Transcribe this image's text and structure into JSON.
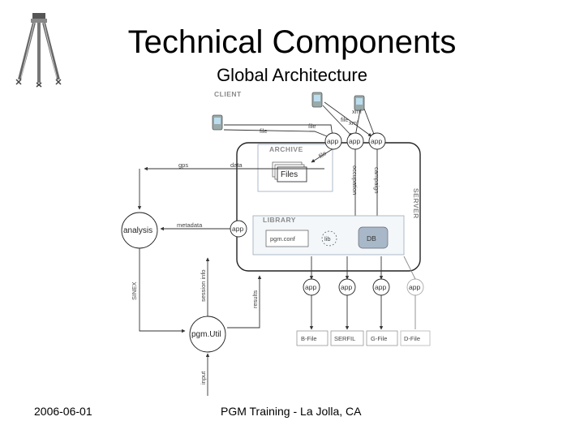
{
  "title": "Technical Components",
  "subtitle": "Global Architecture",
  "footer": {
    "date": "2006-06-01",
    "event": "PGM Training - La Jolla, CA"
  },
  "logo": {
    "icon": "tripod-icon"
  },
  "diagram": {
    "client_label": "CLIENT",
    "server_label": "SERVER",
    "archive_label": "ARCHIVE",
    "library_label": "LIBRARY",
    "files": "Files",
    "pgm_conf": "pgm.conf",
    "lib": "lib",
    "db": "DB",
    "app": "app",
    "analysis": "analysis",
    "pgmutil": "pgm.Util",
    "labels": {
      "file": "file",
      "xml": "xml",
      "gps": "gps",
      "data": "data",
      "metadata": "metadata",
      "occupation": "occupation",
      "campaign": "campaign",
      "session_info": "session info",
      "results": "results",
      "sinex": "SINEX",
      "input": "input"
    },
    "outputs": [
      "B-File",
      "SERFIL",
      "G-File",
      "D-File"
    ]
  }
}
